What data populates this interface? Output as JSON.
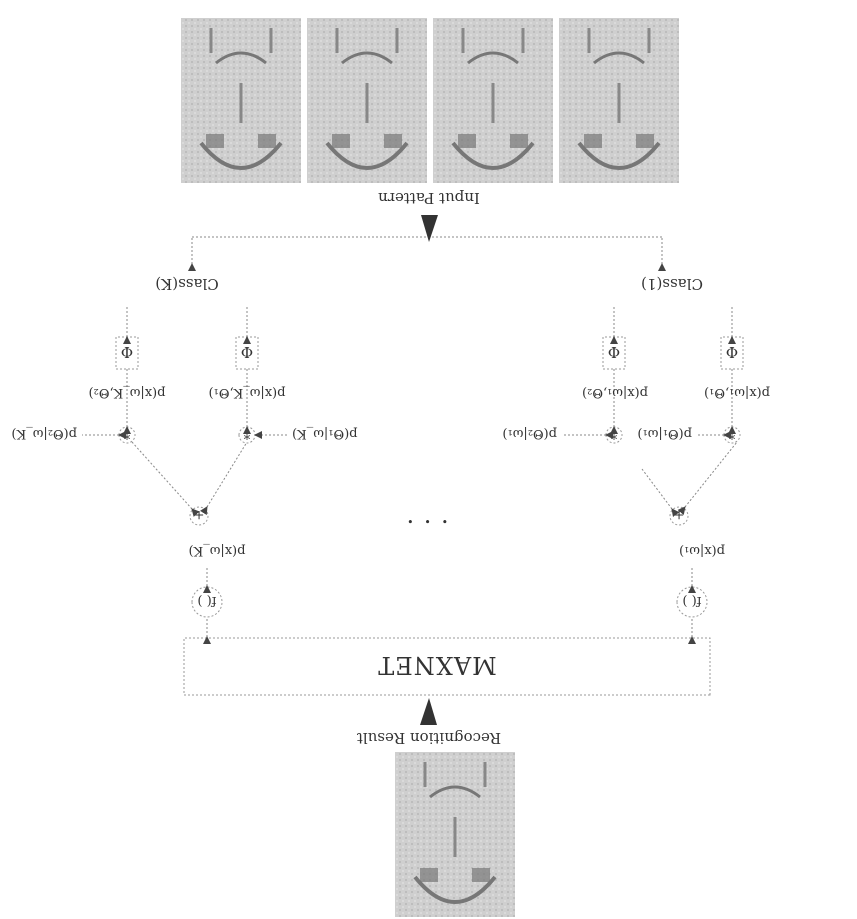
{
  "input_label": "Input Pattern",
  "result_label": "Recognition Result",
  "maxnet_label": "MAXNET",
  "ellipsis": "· · ·",
  "colors": {
    "line": "#888888",
    "arrow": "#333333",
    "face": "#c9c9c9",
    "box": "#999999"
  },
  "classes": [
    {
      "label": "Class(1)",
      "phi": [
        "Φ",
        "Φ"
      ],
      "likelihoods": [
        "p(x|ω₁,Θ₁)",
        "p(x|ω₁,Θ₂)"
      ],
      "priors": [
        "p(Θ₁|ω₁)",
        "p(Θ₂|ω₁)"
      ],
      "mult": [
        "*",
        "*"
      ],
      "sum": "+",
      "class_likelihood": "p(x|ω₁)",
      "fn": "f( )"
    },
    {
      "label": "Class(K)",
      "phi": [
        "Φ",
        "Φ"
      ],
      "likelihoods": [
        "p(x|ω_K,Θ₁)",
        "p(x|ω_K,Θ₂)"
      ],
      "priors": [
        "p(Θ₁|ω_K)",
        "p(Θ₂|ω_K)"
      ],
      "mult": [
        "*",
        "*"
      ],
      "sum": "+",
      "class_likelihood": "p(x|ω_K)",
      "fn": "f( )"
    }
  ]
}
